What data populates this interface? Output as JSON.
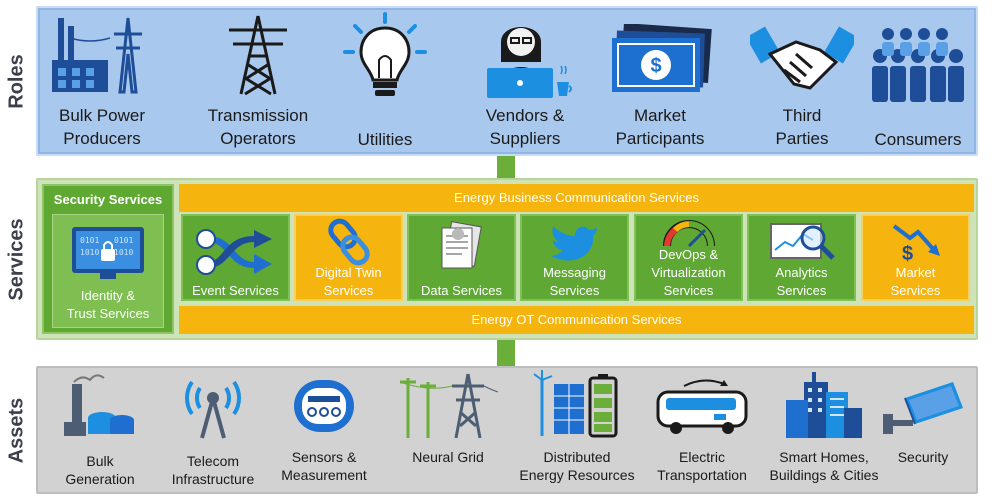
{
  "sections": {
    "roles": "Roles",
    "services": "Services",
    "assets": "Assets"
  },
  "roles": [
    {
      "label": "Bulk Power\nProducers",
      "icon": "power-plant-icon"
    },
    {
      "label": "Transmission\nOperators",
      "icon": "transmission-tower-icon"
    },
    {
      "label": "Utilities",
      "icon": "lightbulb-icon"
    },
    {
      "label": "Vendors &\nSuppliers",
      "icon": "person-laptop-icon"
    },
    {
      "label": "Market\nParticipants",
      "icon": "money-icon"
    },
    {
      "label": "Third\nParties",
      "icon": "handshake-icon"
    },
    {
      "label": "Consumers",
      "icon": "crowd-icon"
    }
  ],
  "security": {
    "title": "Security Services",
    "item": "Identity &\nTrust Services",
    "icon": "binary-lock-monitor-icon"
  },
  "business_bar": "Energy Business Communication Services",
  "ot_bar": "Energy OT Communication Services",
  "services": [
    {
      "label": "Event Services",
      "icon": "event-arrow-icon",
      "color": "green"
    },
    {
      "label": "Digital Twin\nServices",
      "icon": "chain-link-icon",
      "color": "orange"
    },
    {
      "label": "Data Services",
      "icon": "documents-icon",
      "color": "green"
    },
    {
      "label": "Messaging\nServices",
      "icon": "bird-icon",
      "color": "green"
    },
    {
      "label": "DevOps &\nVirtualization\nServices",
      "icon": "gauge-icon",
      "color": "green"
    },
    {
      "label": "Analytics\nServices",
      "icon": "magnifier-chart-icon",
      "color": "green"
    },
    {
      "label": "Market\nServices",
      "icon": "dollar-down-icon",
      "color": "orange"
    }
  ],
  "assets": [
    {
      "label": "Bulk\nGeneration",
      "icon": "factory-icon"
    },
    {
      "label": "Telecom\nInfrastructure",
      "icon": "radio-tower-icon"
    },
    {
      "label": "Sensors &\nMeasurement",
      "icon": "meter-icon"
    },
    {
      "label": "Neural Grid",
      "icon": "power-lines-icon"
    },
    {
      "label": "Distributed\nEnergy Resources",
      "icon": "solar-battery-icon"
    },
    {
      "label": "Electric\nTransportation",
      "icon": "bus-icon"
    },
    {
      "label": "Smart Homes,\nBuildings & Cities",
      "icon": "buildings-icon"
    },
    {
      "label": "Security",
      "icon": "camera-icon"
    }
  ],
  "colors": {
    "roles_band": "#a9c8ee",
    "services_band": "#cfe3b9",
    "assets_band": "#d2d2d2",
    "green_tile": "#5ea833",
    "orange_tile": "#f6b40e",
    "icon_blue": "#1f4e99"
  }
}
